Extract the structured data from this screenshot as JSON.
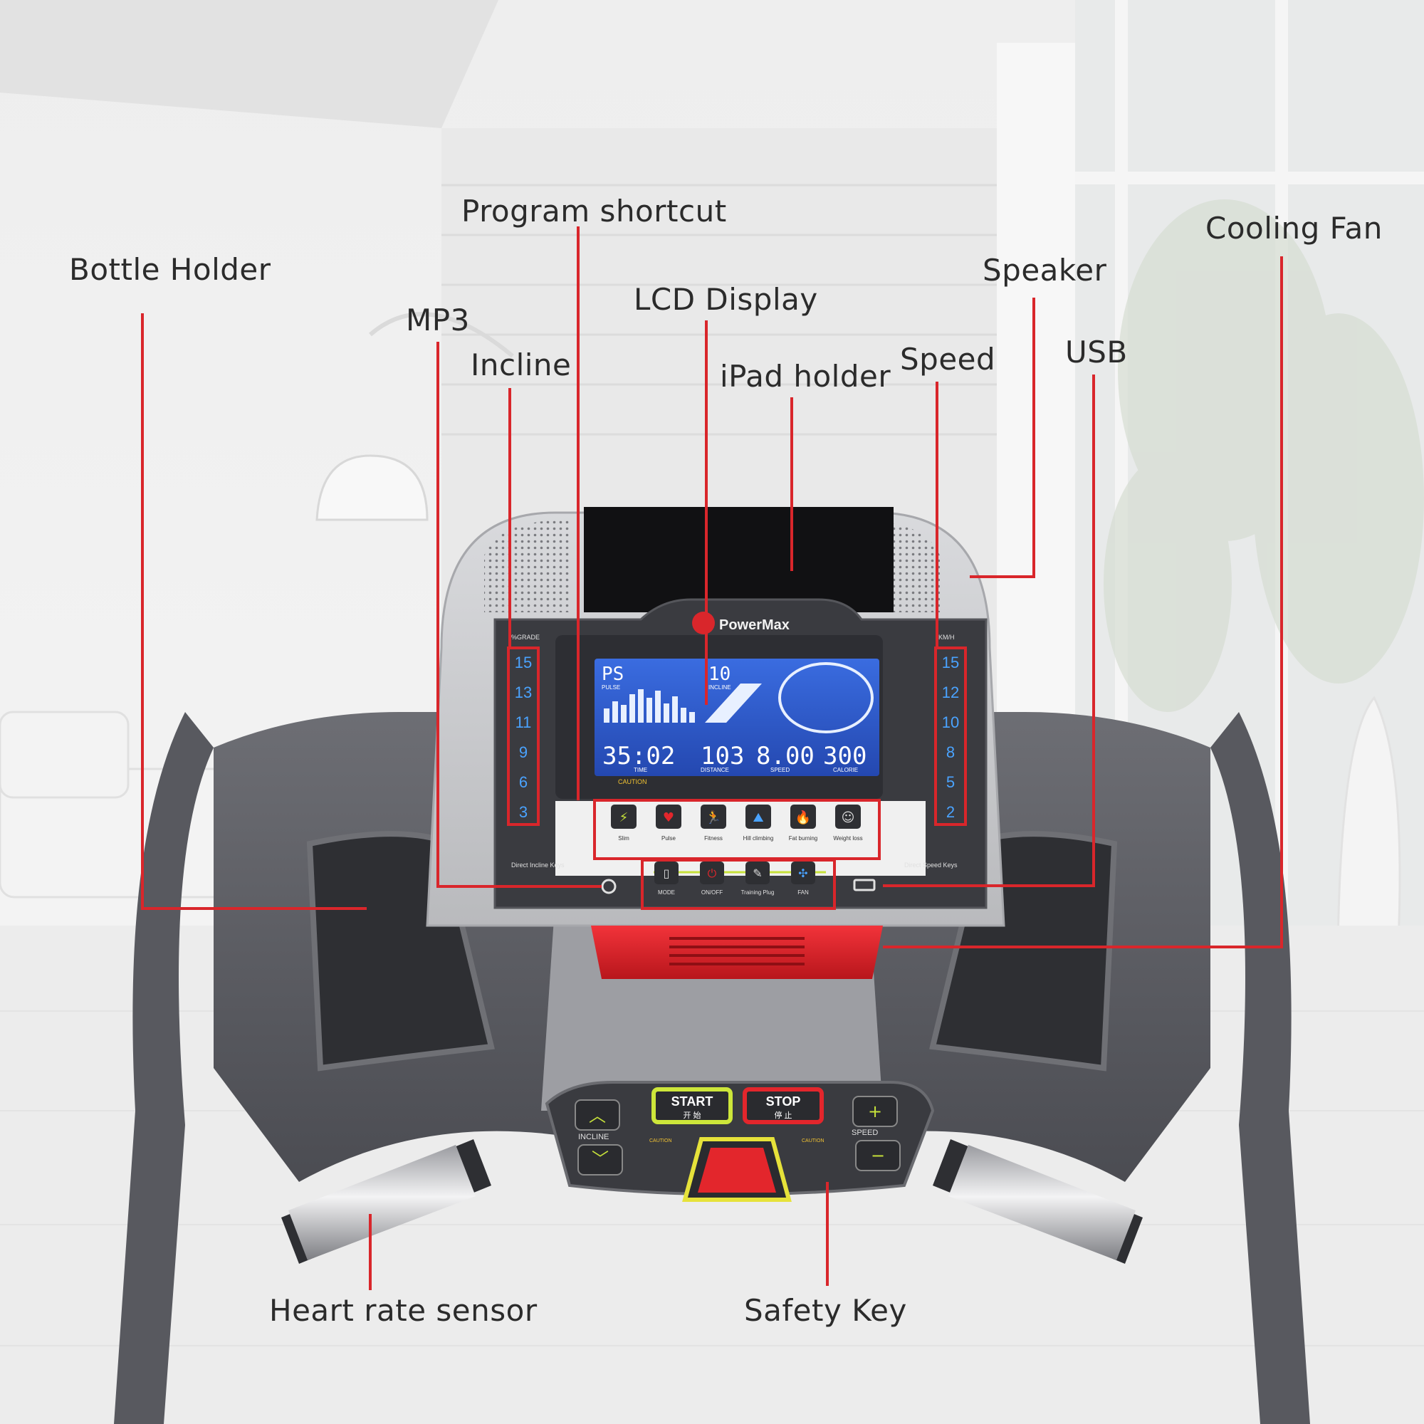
{
  "brand": "PowerMax",
  "labels": {
    "program_shortcut": "Program shortcut",
    "cooling_fan": "Cooling Fan",
    "bottle_holder": "Bottle Holder",
    "speaker": "Speaker",
    "lcd_display": "LCD Display",
    "mp3": "MP3",
    "incline": "Incline",
    "ipad_holder": "iPad holder",
    "speed": "Speed",
    "usb": "USB",
    "heart_rate_sensor": "Heart rate sensor",
    "safety_key": "Safety Key"
  },
  "console": {
    "incline_header": "%GRADE",
    "speed_header": "KM/H",
    "incline_keys": [
      "15",
      "13",
      "11",
      "9",
      "6",
      "3"
    ],
    "speed_keys": [
      "15",
      "12",
      "10",
      "8",
      "5",
      "2"
    ],
    "direct_incline_label": "Direct Incline Keys",
    "direct_speed_label": "Direct Speed Keys",
    "lcd": {
      "pulse": "PS",
      "pulse_label": "PULSE",
      "incline_value": "10",
      "incline_label": "INCLINE",
      "time": "35:02",
      "time_label": "TIME",
      "distance": "103",
      "distance_label": "DISTANCE",
      "speed": "8.00",
      "speed_label": "SPEED",
      "calorie": "300",
      "calorie_label": "CALORIE",
      "caution": "CAUTION"
    },
    "programs": [
      {
        "label": "Slim",
        "icon": "slim-icon"
      },
      {
        "label": "Pulse",
        "icon": "heart-icon"
      },
      {
        "label": "Fitness",
        "icon": "runner-icon"
      },
      {
        "label": "Hill climbing",
        "icon": "hill-runner-icon"
      },
      {
        "label": "Fat burning",
        "icon": "flame-icon"
      },
      {
        "label": "Weight loss",
        "icon": "body-icon"
      }
    ],
    "functions": [
      {
        "label": "MODE",
        "icon": "phone-icon"
      },
      {
        "label": "ON/OFF",
        "icon": "power-icon"
      },
      {
        "label": "Training Plug",
        "icon": "plug-icon"
      },
      {
        "label": "FAN",
        "icon": "fan-icon"
      }
    ],
    "lower": {
      "start": "START",
      "start_cn": "开 始",
      "stop": "STOP",
      "stop_cn": "停 止",
      "incline": "INCLINE",
      "speed": "SPEED",
      "caution": "CAUTION"
    }
  },
  "colors": {
    "callout_line": "#d9262b",
    "lcd_blue": "#2f5fd6",
    "frame_dark": "#4a4b52",
    "fan_red": "#e3262c",
    "start_green": "#cde63a"
  }
}
